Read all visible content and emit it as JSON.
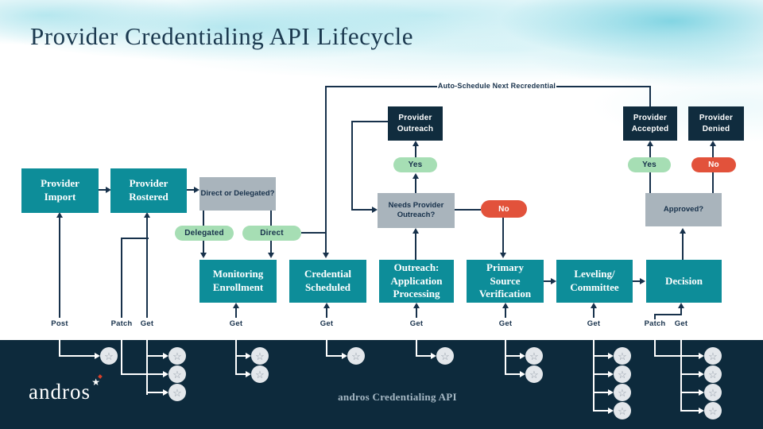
{
  "title": "Provider Credentialing API Lifecycle",
  "annotations": {
    "auto_schedule": "Auto-Schedule Next Recredential"
  },
  "stages": {
    "provider_import": "Provider\nImport",
    "provider_rostered": "Provider\nRostered",
    "monitoring_enrollment": "Monitoring\nEnrollment",
    "credential_scheduled": "Credential\nScheduled",
    "outreach_processing": "Outreach:\nApplication\nProcessing",
    "primary_source_verification": "Primary\nSource\nVerification",
    "leveling_committee": "Leveling/\nCommittee",
    "decision": "Decision"
  },
  "events": {
    "provider_outreach": "Provider\nOutreach",
    "provider_accepted": "Provider\nAccepted",
    "provider_denied": "Provider\nDenied"
  },
  "decisions": {
    "direct_or_delegated": "Direct or Delegated?",
    "needs_provider_outreach": "Needs Provider\nOutreach?",
    "approved": "Approved?"
  },
  "branches": {
    "delegated": "Delegated",
    "direct": "Direct",
    "outreach_yes": "Yes",
    "outreach_no": "No",
    "approved_yes": "Yes",
    "approved_no": "No"
  },
  "methods": {
    "import_post": "Post",
    "rostered_patch": "Patch",
    "rostered_get": "Get",
    "monitoring_get": "Get",
    "credential_get": "Get",
    "outreach_get": "Get",
    "psv_get": "Get",
    "leveling_get": "Get",
    "decision_patch": "Patch",
    "decision_get": "Get"
  },
  "icons": {
    "endpoint_star": "☆"
  },
  "footer": {
    "brand": "andros",
    "caption": "andros Credentialing API"
  },
  "colors": {
    "teal_stage": "#0d8d99",
    "navy_event": "#102c3e",
    "gray_decision": "#a9b4bc",
    "green_branch": "#a6deb4",
    "red_branch": "#e2523b",
    "connector": "#17314b",
    "footer_bg": "#0d2a3c",
    "wash": "#9fdde9"
  }
}
